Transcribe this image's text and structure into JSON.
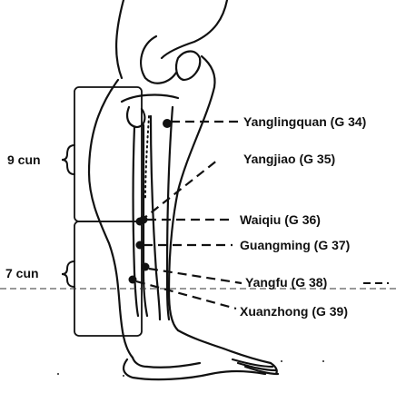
{
  "diagram": {
    "measures": [
      {
        "label": "9 cun"
      },
      {
        "label": "7 cun"
      }
    ],
    "points": [
      {
        "label": "Yanglingquan (G 34)"
      },
      {
        "label": "Yangjiao (G 35)"
      },
      {
        "label": "Waiqiu (G 36)"
      },
      {
        "label": "Guangming (G 37)"
      },
      {
        "label": "Yangfu (G 38)"
      },
      {
        "label": "Xuanzhong (G 39)"
      }
    ],
    "colors": {
      "ink": "#111111",
      "background": "#ffffff"
    }
  }
}
